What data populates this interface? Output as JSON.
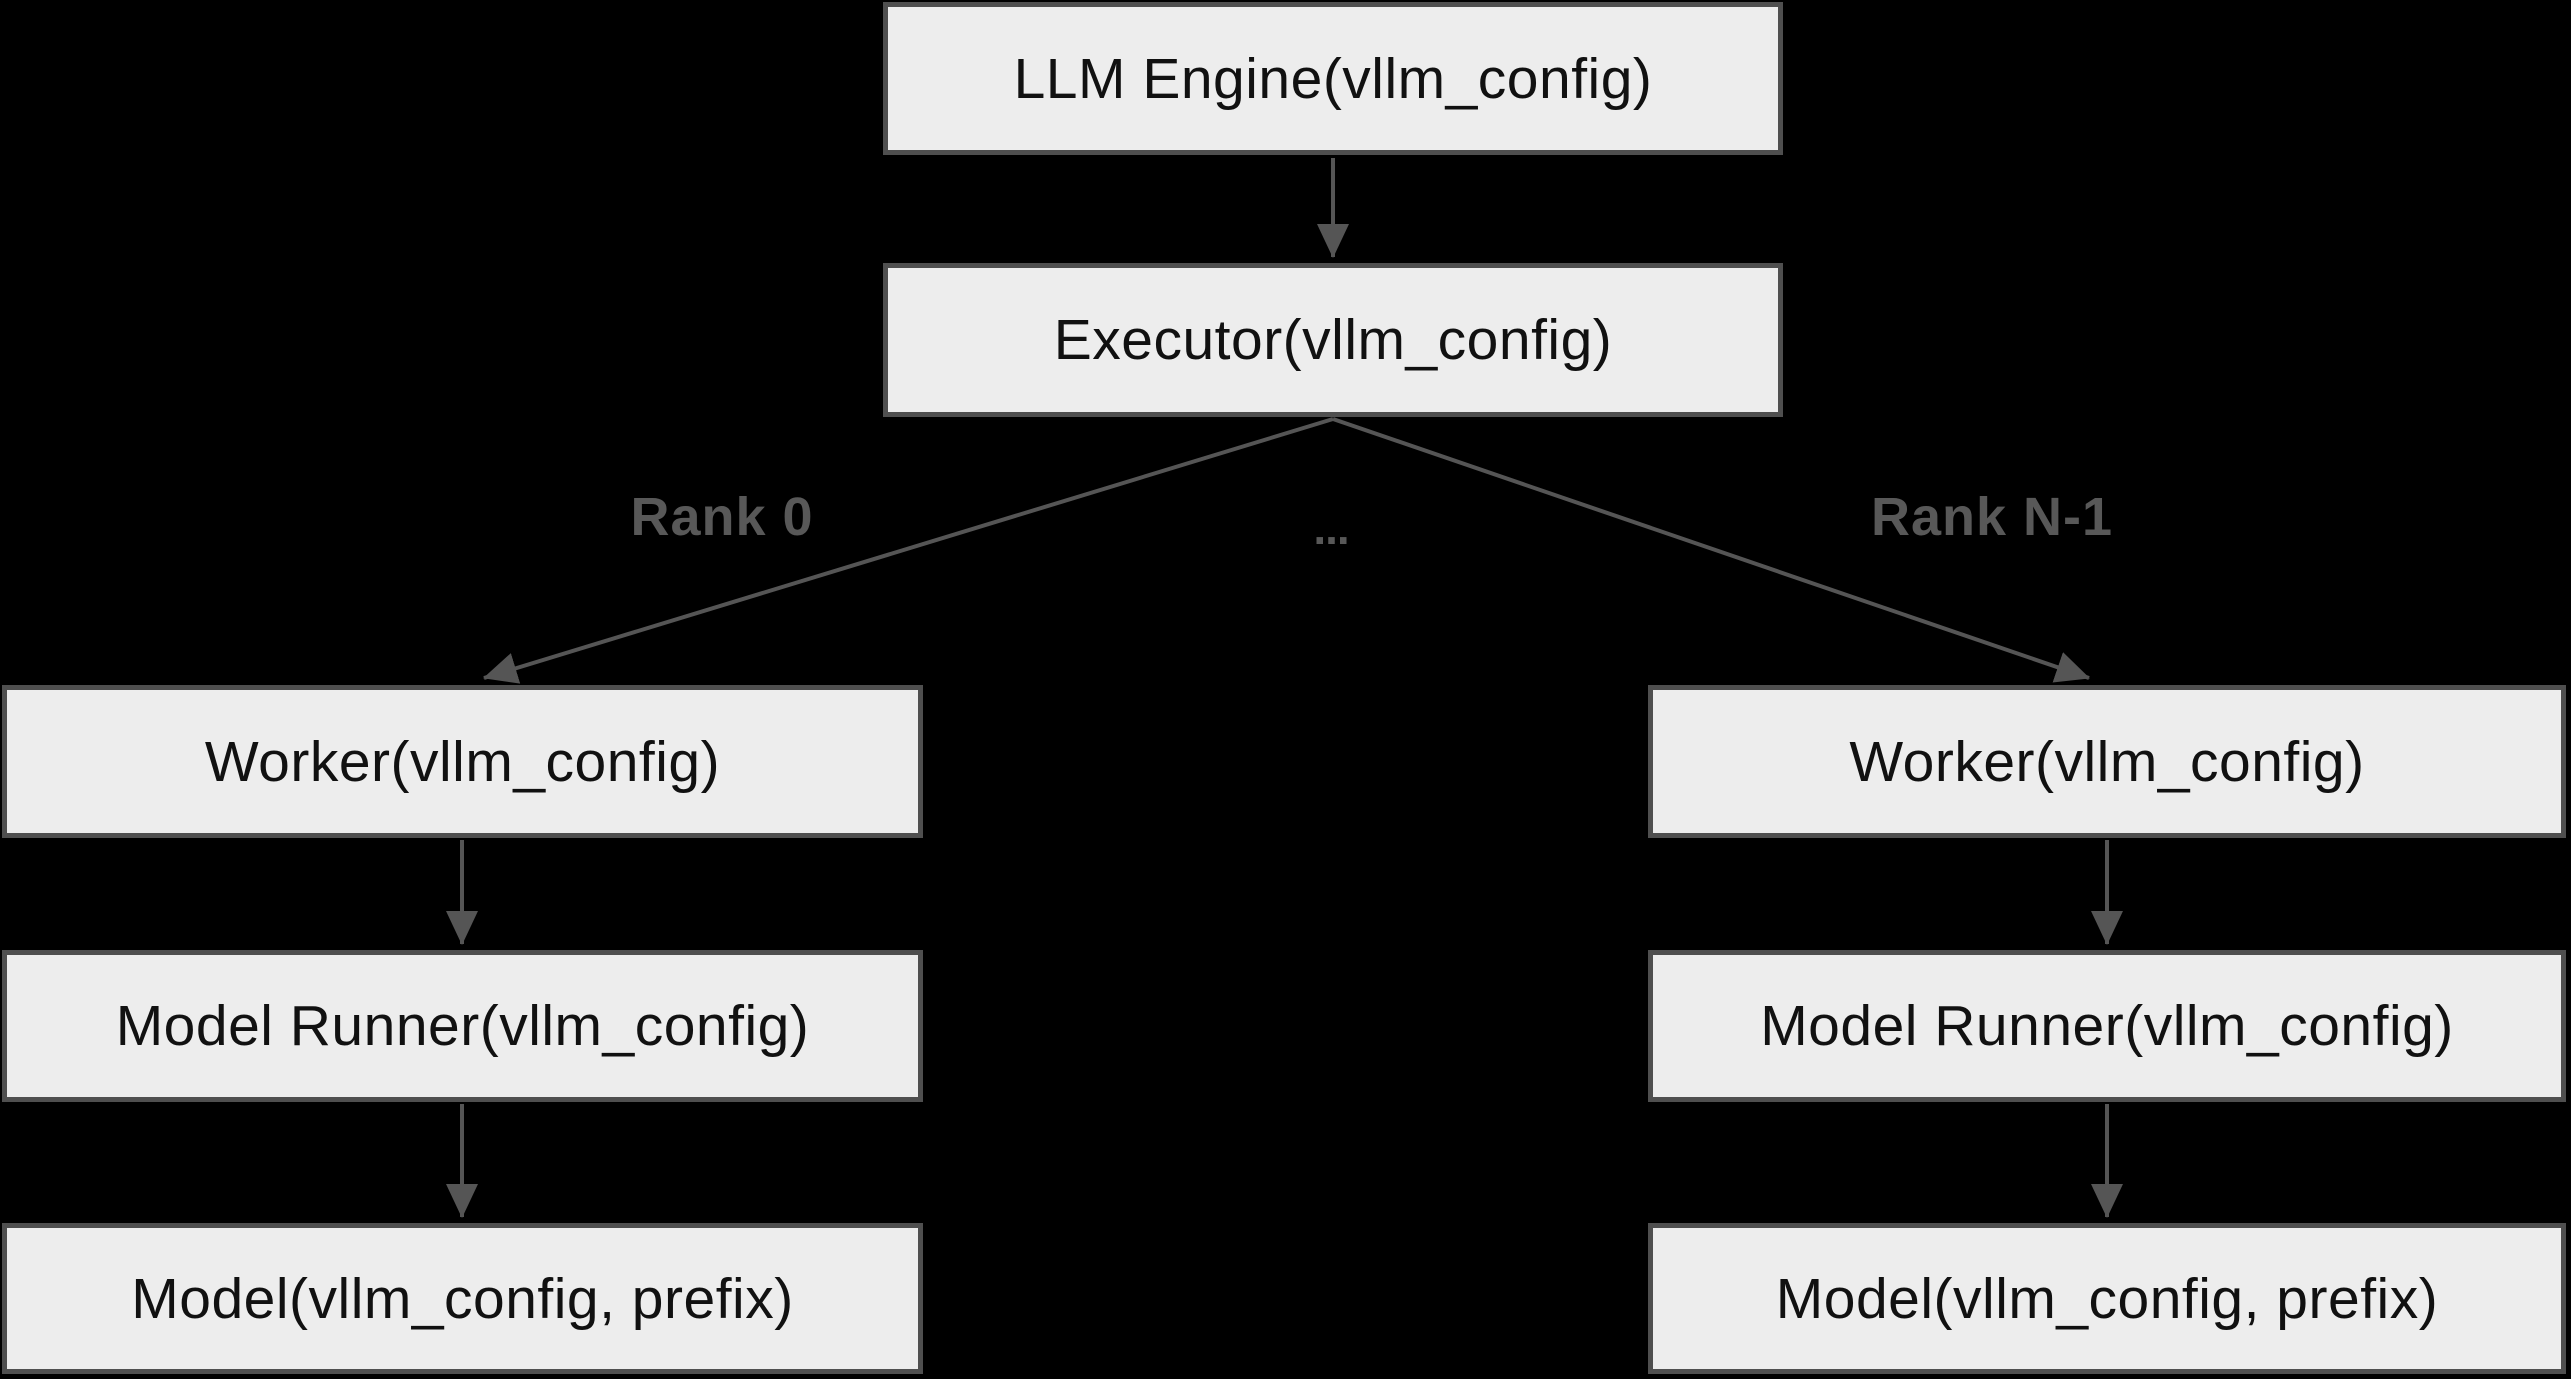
{
  "diagram": {
    "colors": {
      "bg": "#000000",
      "node-fill": "#ededed",
      "node-border": "#4f4f4f",
      "node-text": "#111111",
      "edge": "#555555",
      "edge-label": "#585858"
    },
    "nodes": {
      "llm_engine": "LLM Engine(vllm_config)",
      "executor": "Executor(vllm_config)",
      "worker_left": "Worker(vllm_config)",
      "worker_right": "Worker(vllm_config)",
      "model_runner_left": "Model Runner(vllm_config)",
      "model_runner_right": "Model Runner(vllm_config)",
      "model_left": "Model(vllm_config, prefix)",
      "model_right": "Model(vllm_config, prefix)"
    },
    "edge_labels": {
      "rank_0": "Rank 0",
      "ellipsis": "...",
      "rank_n_1": "Rank N-1"
    }
  }
}
